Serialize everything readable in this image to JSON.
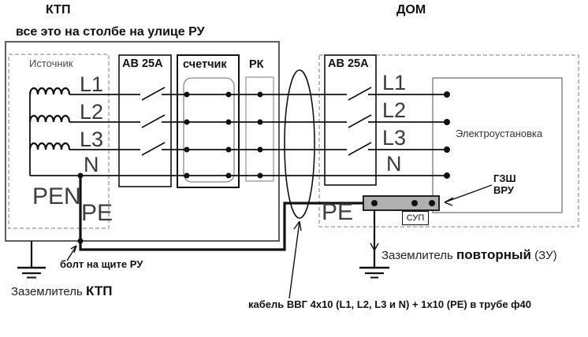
{
  "title_ktp": "КТП",
  "title_dom": "ДОМ",
  "pole_note": "все это на столбе на улице  РУ",
  "blocks": {
    "source": "Источник",
    "breaker_ktp": "АВ 25А",
    "meter": "счетчик",
    "rk": "РК",
    "breaker_dom": "АВ 25А",
    "installation": "Электроустановка",
    "gzsh": "ГЗШ\nВРУ",
    "sup": "СУП"
  },
  "wires": {
    "ktp_lines": [
      "L1",
      "L2",
      "L3",
      "N"
    ],
    "dom_lines": [
      "L1",
      "L2",
      "L3",
      "N"
    ],
    "pen": "PEN",
    "pe_ktp": "PE",
    "pe_dom": "PE"
  },
  "notes": {
    "bolt": "болт на щите РУ",
    "ground_ktp": {
      "prefix": "Заземлитель ",
      "bold": "КТП"
    },
    "ground_repeat": {
      "prefix": "Заземлитель ",
      "bold": "повторный",
      "suffix": " (ЗУ)"
    },
    "cable": "кабель ВВГ 4х10 (L1, L2, L3 и N) + 1х10 (РЕ) в трубе ф40"
  },
  "colors": {
    "line": "#1a1a1a",
    "bus_fill": "#b0b0b0",
    "dashed": "#999999",
    "background": "#ffffff"
  }
}
